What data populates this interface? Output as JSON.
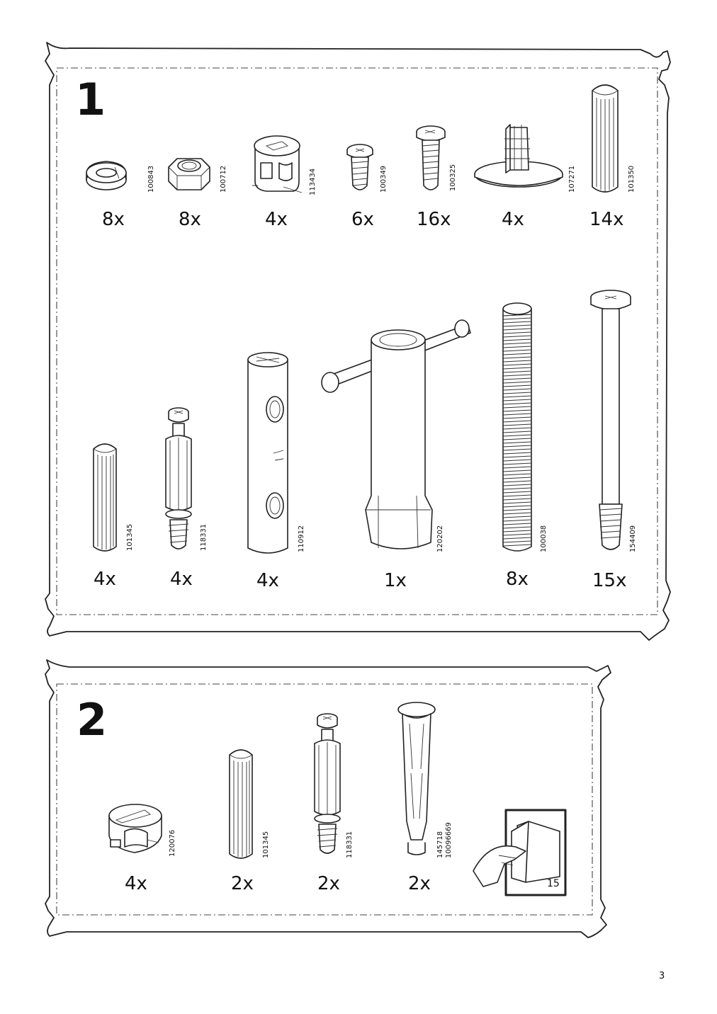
{
  "bags": [
    {
      "number": "1",
      "parts": [
        {
          "code": "100843",
          "quantity": "8x",
          "icon": "lock-washer-icon"
        },
        {
          "code": "100712",
          "quantity": "8x",
          "icon": "hex-nut-icon"
        },
        {
          "code": "113434",
          "quantity": "4x",
          "icon": "cam-lock-icon"
        },
        {
          "code": "100349",
          "quantity": "6x",
          "icon": "short-screw-icon"
        },
        {
          "code": "100325",
          "quantity": "16x",
          "icon": "screw-icon"
        },
        {
          "code": "107271",
          "quantity": "4x",
          "icon": "glide-foot-icon"
        },
        {
          "code": "101350",
          "quantity": "14x",
          "icon": "wooden-dowel-icon"
        },
        {
          "code": "101345",
          "quantity": "4x",
          "icon": "short-dowel-icon"
        },
        {
          "code": "118331",
          "quantity": "4x",
          "icon": "cam-bolt-icon"
        },
        {
          "code": "110912",
          "quantity": "4x",
          "icon": "barrel-nut-icon"
        },
        {
          "code": "120202",
          "quantity": "1x",
          "icon": "socket-wrench-icon"
        },
        {
          "code": "100038",
          "quantity": "8x",
          "icon": "threaded-rod-icon"
        },
        {
          "code": "154409",
          "quantity": "15x",
          "icon": "long-bolt-icon"
        }
      ]
    },
    {
      "number": "2",
      "parts": [
        {
          "code": "120076",
          "quantity": "4x",
          "icon": "cam-lock-icon"
        },
        {
          "code": "101345",
          "quantity": "2x",
          "icon": "short-dowel-icon"
        },
        {
          "code": "118331",
          "quantity": "2x",
          "icon": "cam-bolt-icon"
        },
        {
          "code": "145718",
          "code2": "10096669",
          "quantity": "2x",
          "icon": "plastic-peg-icon"
        }
      ],
      "sticker": {
        "label": "15",
        "icon": "hand-peeling-sticker-icon"
      }
    }
  ],
  "page_number": "3"
}
